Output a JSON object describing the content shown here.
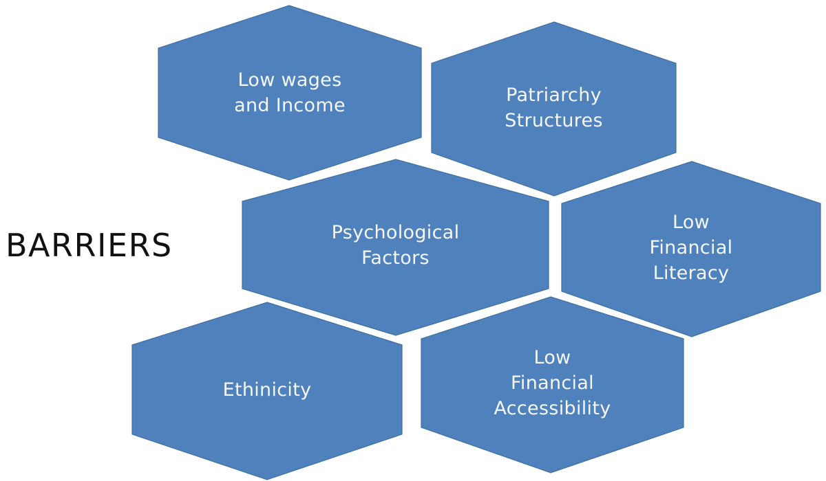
{
  "diagram": {
    "title": "BARRIERS",
    "fill_color": "#4f81bd",
    "text_color": "#ffffff",
    "hexagons": [
      {
        "id": "low-wages",
        "lines": [
          "Low wages",
          "and Income"
        ]
      },
      {
        "id": "patriarchy",
        "lines": [
          "Patriarchy",
          "Structures"
        ]
      },
      {
        "id": "psychological",
        "lines": [
          "Psychological",
          "Factors"
        ]
      },
      {
        "id": "financial-literacy",
        "lines": [
          "Low",
          "Financial",
          "Literacy"
        ]
      },
      {
        "id": "ethinicity",
        "lines": [
          "Ethinicity"
        ]
      },
      {
        "id": "financial-accessibility",
        "lines": [
          "Low",
          "Financial",
          "Accessibility"
        ]
      }
    ]
  }
}
